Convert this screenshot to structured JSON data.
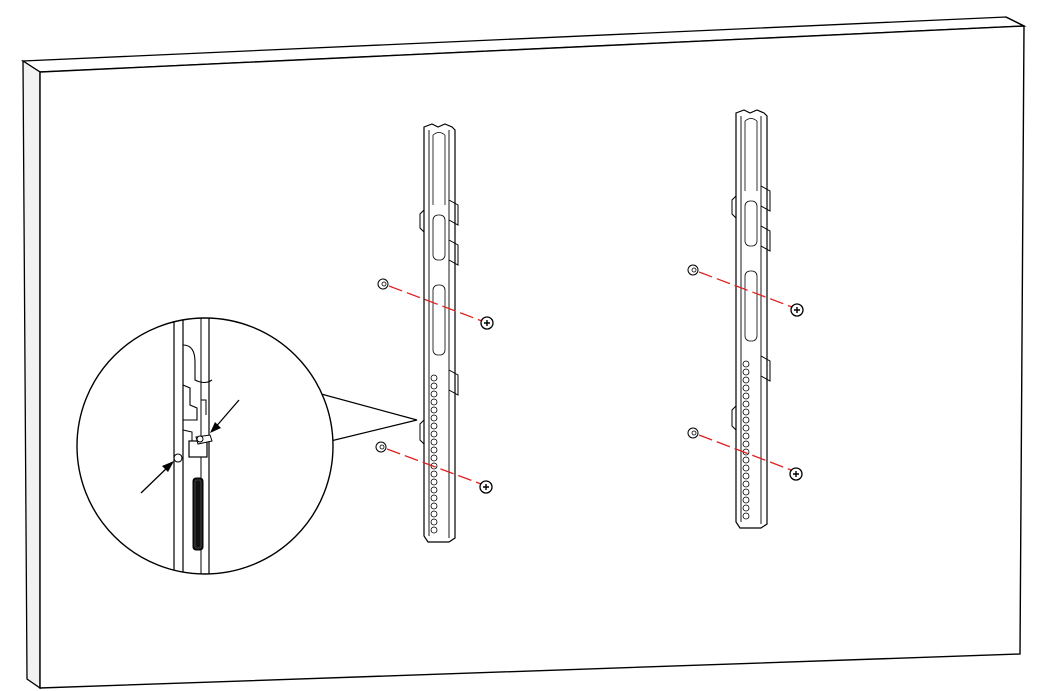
{
  "diagram": {
    "subject": "tv-mount-brackets-on-back-panel",
    "bracket_count": 2,
    "screws_per_bracket": 2,
    "detail_callout": true
  },
  "colors": {
    "background": "#ffffff",
    "line": "#000000",
    "panel_side": "#f2f2f2",
    "dashed_guide": "#e02020",
    "dark_strip": "#111111"
  },
  "icons": [
    "screw-icon",
    "washer-icon",
    "arrow-icon",
    "bracket-icon",
    "magnifier-callout-icon"
  ]
}
